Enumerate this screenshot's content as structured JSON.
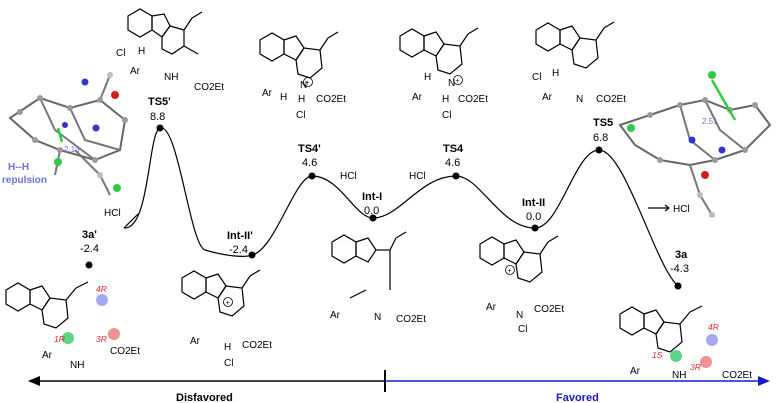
{
  "profile": {
    "states": [
      {
        "id": "3a-prime",
        "label": "3a'",
        "value": "-2.4"
      },
      {
        "id": "int-ii-prime",
        "label": "Int-II'",
        "value": "-2.4"
      },
      {
        "id": "ts5-prime",
        "label": "TS5'",
        "value": "8.8"
      },
      {
        "id": "ts4-prime",
        "label": "TS4'",
        "value": "4.6"
      },
      {
        "id": "int-i",
        "label": "Int-I",
        "value": "0.0"
      },
      {
        "id": "ts4",
        "label": "TS4",
        "value": "4.6"
      },
      {
        "id": "int-ii",
        "label": "Int-II",
        "value": "0.0"
      },
      {
        "id": "ts5",
        "label": "TS5",
        "value": "6.8"
      },
      {
        "id": "3a",
        "label": "3a",
        "value": "-4.3"
      }
    ],
    "hcl_labels": [
      "HCl",
      "HCl",
      "HCl",
      "HCl"
    ]
  },
  "structures": {
    "ethyl_ester": "CO2Et",
    "aryl": "Ar",
    "nh": "NH",
    "n": "N",
    "h": "H",
    "cl": "Cl",
    "chloride_anion": "Cl",
    "plus": "+",
    "minus": "−"
  },
  "stereo": {
    "left": [
      "1R",
      "3R",
      "4R"
    ],
    "right": [
      "1S",
      "3R",
      "4R"
    ]
  },
  "annotations": {
    "hh_distance_left": "2.13",
    "hh_distance_right": "2.51",
    "repulsion_line1": "H--H",
    "repulsion_line2": "repulsion"
  },
  "axis": {
    "left_label": "Disfavored",
    "right_label": "Favored",
    "left_color": "#000000",
    "right_color": "#1a1acc"
  },
  "colors": {
    "stereo_red": "#e0282b",
    "green": "#2ecc40",
    "annotation_blue": "#7070e0"
  }
}
